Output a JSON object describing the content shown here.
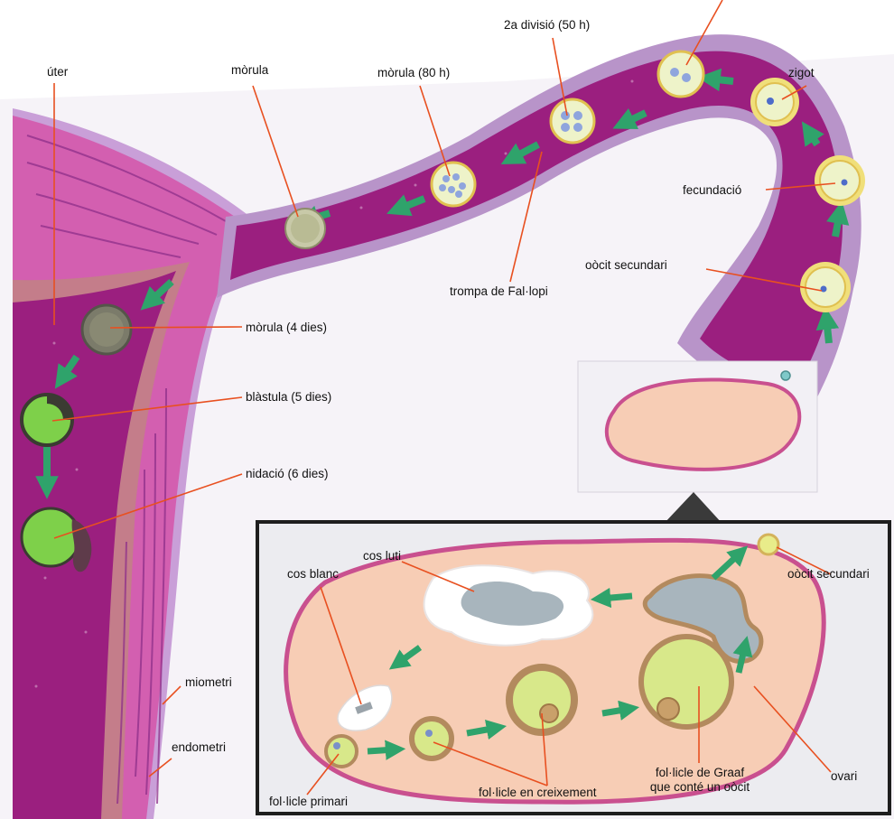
{
  "labels": {
    "uter": "úter",
    "morula": "mòrula",
    "morula_80h": "mòrula (80 h)",
    "divisio_2a": "2a divisió (50 h)",
    "zigot": "zigot",
    "fecundacio": "fecundació",
    "oocit_secundari_top": "oòcit secundari",
    "trompa": "trompa de Fal·lopi",
    "morula_4d": "mòrula (4 dies)",
    "blastula_5d": "blàstula (5 dies)",
    "nidacio_6d": "nidació (6 dies)",
    "miometri": "miometri",
    "endometri": "endometri",
    "cos_luti": "cos luti",
    "cos_blanc": "cos blanc",
    "oocit_secundari_box": "oòcit secundari",
    "follicle_graaf_l1": "fol·licle de Graaf",
    "follicle_graaf_l2": "que conté un oòcit",
    "ovari": "ovari",
    "follicle_primari": "fol·licle primari",
    "follicle_creixement": "fol·licle en creixement"
  },
  "colors": {
    "tube_purple": "#9b1f7f",
    "tube_wall": "#b894c9",
    "uterus_pink": "#d35fb0",
    "leader_line": "#e85020",
    "arrow_green": "#2fa36b",
    "ovary_fill": "#f7cdb5",
    "ovary_edge": "#c9508f"
  }
}
